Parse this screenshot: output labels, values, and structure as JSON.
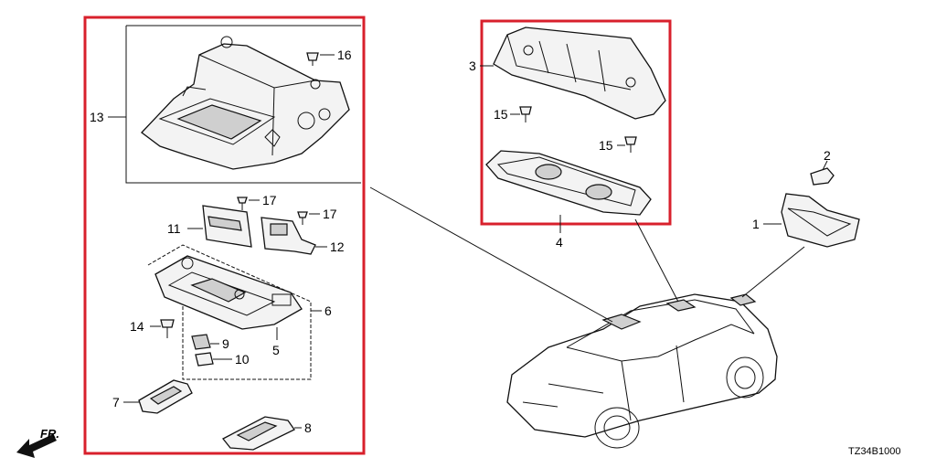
{
  "diagram": {
    "callouts": {
      "p1": "1",
      "p2": "2",
      "p3": "3",
      "p4": "4",
      "p5": "5",
      "p6": "6",
      "p7": "7",
      "p8": "8",
      "p9": "9",
      "p10": "10",
      "p11": "11",
      "p12": "12",
      "p13": "13",
      "p14": "14",
      "p15a": "15",
      "p15b": "15",
      "p16": "16",
      "p17a": "17",
      "p17b": "17"
    },
    "front_indicator": "FR.",
    "diagram_code": "TZ34B1000",
    "highlight_color": "#d8202c"
  }
}
